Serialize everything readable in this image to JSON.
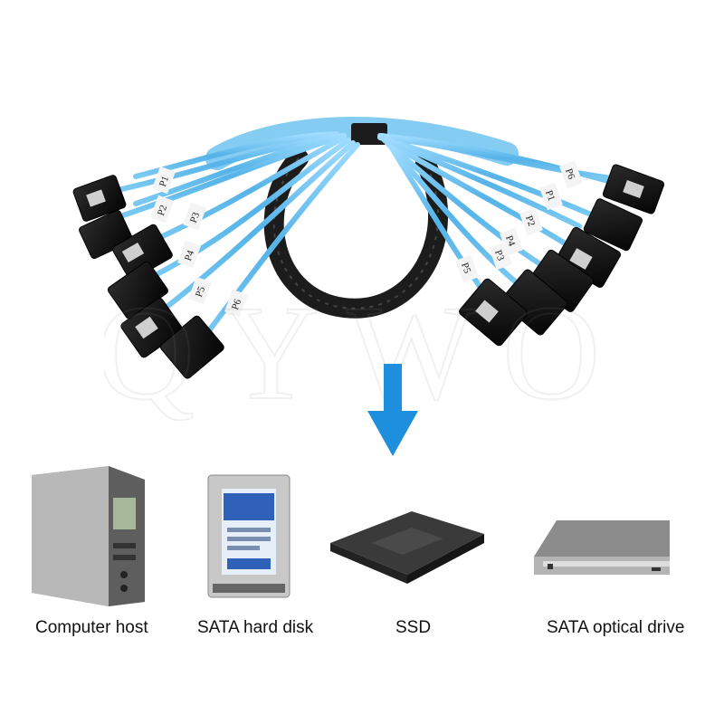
{
  "cable": {
    "left_ports": [
      "P1",
      "P2",
      "P3",
      "P4",
      "P5",
      "P6"
    ],
    "right_ports": [
      "P6",
      "P1",
      "P2",
      "P4",
      "P3",
      "P5"
    ],
    "cable_color": "#6fc3ee",
    "sleeve_color": "#1c1c1c",
    "connector_color": "#111111"
  },
  "watermark": {
    "text": "QYWO"
  },
  "arrow": {
    "color": "#1d8fdc",
    "icon": "down-arrow-icon"
  },
  "devices": [
    {
      "label": "Computer host",
      "icon": "computer-host-icon"
    },
    {
      "label": "SATA hard disk",
      "icon": "hard-disk-icon"
    },
    {
      "label": "SSD",
      "icon": "ssd-icon"
    },
    {
      "label": "SATA optical drive",
      "icon": "optical-drive-icon"
    }
  ]
}
